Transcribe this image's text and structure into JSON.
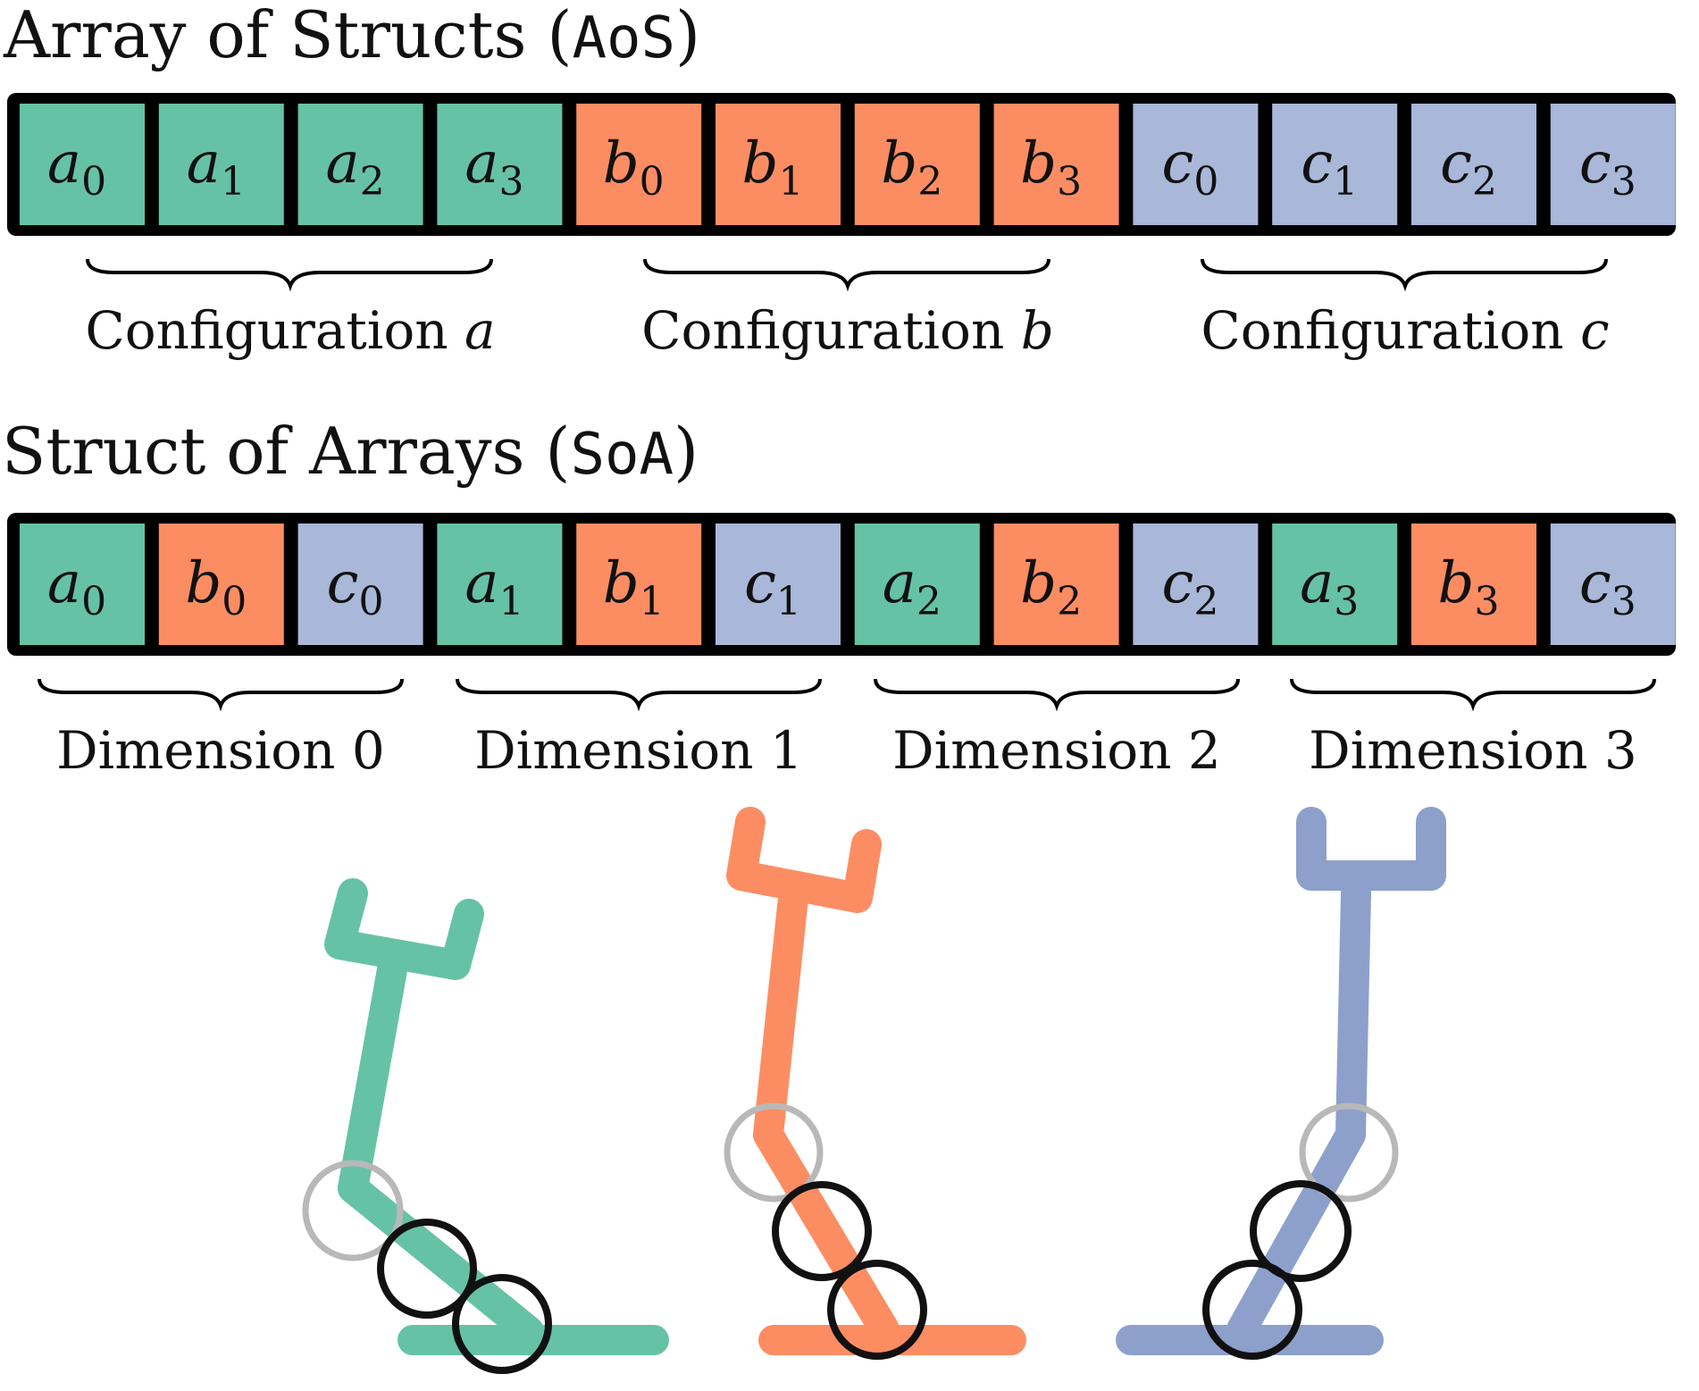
{
  "colors": {
    "a": "#66c2a5",
    "b": "#fc8d62",
    "c": "#a9b7d8",
    "c_robot": "#8da0cb",
    "outline": "#000000",
    "collision_faint": "#b8b8b8",
    "collision_dark": "#111111"
  },
  "aos": {
    "title_text": "Array of Structs (",
    "title_code": "AoS",
    "title_close": ")",
    "cells": [
      {
        "letter": "a",
        "sub": "0"
      },
      {
        "letter": "a",
        "sub": "1"
      },
      {
        "letter": "a",
        "sub": "2"
      },
      {
        "letter": "a",
        "sub": "3"
      },
      {
        "letter": "b",
        "sub": "0"
      },
      {
        "letter": "b",
        "sub": "1"
      },
      {
        "letter": "b",
        "sub": "2"
      },
      {
        "letter": "b",
        "sub": "3"
      },
      {
        "letter": "c",
        "sub": "0"
      },
      {
        "letter": "c",
        "sub": "1"
      },
      {
        "letter": "c",
        "sub": "2"
      },
      {
        "letter": "c",
        "sub": "3"
      }
    ],
    "groups": [
      {
        "text": "Configuration ",
        "var": "a"
      },
      {
        "text": "Configuration ",
        "var": "b"
      },
      {
        "text": "Configuration ",
        "var": "c"
      }
    ]
  },
  "soa": {
    "title_text": "Struct of Arrays (",
    "title_code": "SoA",
    "title_close": ")",
    "cells": [
      {
        "letter": "a",
        "sub": "0"
      },
      {
        "letter": "b",
        "sub": "0"
      },
      {
        "letter": "c",
        "sub": "0"
      },
      {
        "letter": "a",
        "sub": "1"
      },
      {
        "letter": "b",
        "sub": "1"
      },
      {
        "letter": "c",
        "sub": "1"
      },
      {
        "letter": "a",
        "sub": "2"
      },
      {
        "letter": "b",
        "sub": "2"
      },
      {
        "letter": "c",
        "sub": "2"
      },
      {
        "letter": "a",
        "sub": "3"
      },
      {
        "letter": "b",
        "sub": "3"
      },
      {
        "letter": "c",
        "sub": "3"
      }
    ],
    "groups": [
      {
        "text": "Dimension 0"
      },
      {
        "text": "Dimension 1"
      },
      {
        "text": "Dimension 2"
      },
      {
        "text": "Dimension 3"
      }
    ]
  },
  "robots": [
    {
      "config": "a",
      "color_key": "a"
    },
    {
      "config": "b",
      "color_key": "b"
    },
    {
      "config": "c",
      "color_key": "c_robot"
    }
  ]
}
